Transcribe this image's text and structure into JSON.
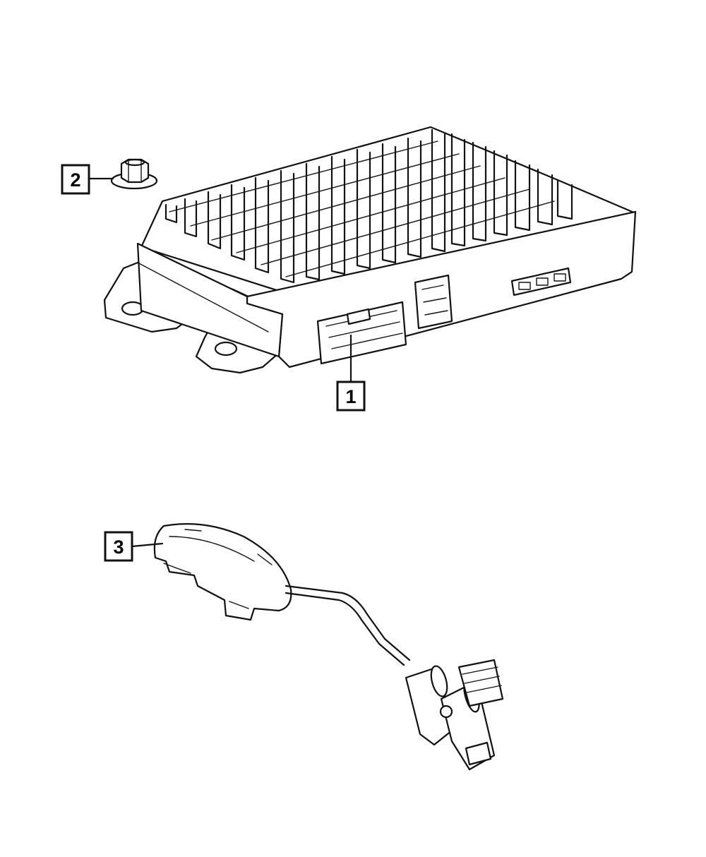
{
  "callouts": [
    {
      "id": "callout-1",
      "label": "1"
    },
    {
      "id": "callout-2",
      "label": "2"
    },
    {
      "id": "callout-3",
      "label": "3"
    }
  ],
  "colors": {
    "line": "#111111",
    "background": "#ffffff"
  }
}
